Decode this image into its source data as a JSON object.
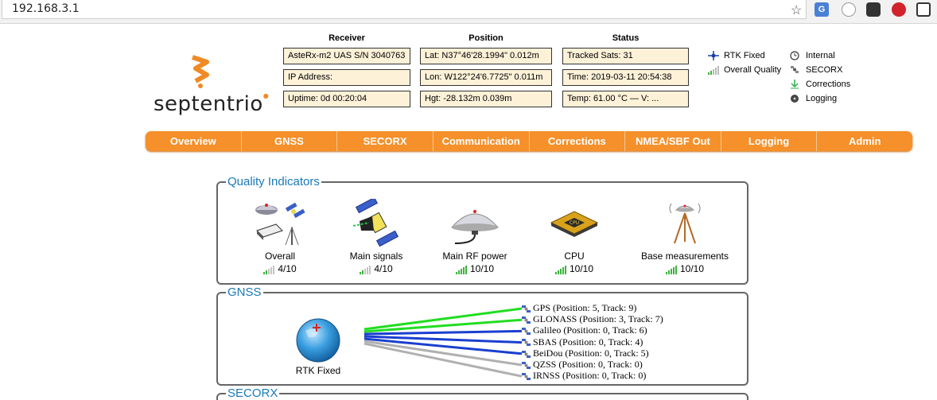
{
  "browser": {
    "url": "192.168.3.1"
  },
  "logo": {
    "text": "septentrio"
  },
  "receiver": {
    "heading": "Receiver",
    "lines": [
      "AsteRx-m2 UAS S/N 3040763",
      "IP Address:",
      "Uptime: 0d 00:20:04"
    ]
  },
  "position": {
    "heading": "Position",
    "lines": [
      "Lat:  N37°46'28.1994\"  0.012m",
      "Lon: W122°24'6.7725\"  0.011m",
      "Hgt:  -28.132m               0.039m"
    ]
  },
  "status": {
    "heading": "Status",
    "lines": [
      "Tracked Sats: 31",
      "Time: 2019-03-11 20:54:38",
      "Temp: 61.00 °C — V: ..."
    ]
  },
  "legend": {
    "left": [
      "RTK Fixed",
      "Overall Quality"
    ],
    "right": [
      "Internal",
      "SECORX",
      "Corrections",
      "Logging"
    ]
  },
  "nav": [
    "Overview",
    "GNSS",
    "SECORX",
    "Communication",
    "Corrections",
    "NMEA/SBF Out",
    "Logging",
    "Admin"
  ],
  "quality": {
    "title": "Quality Indicators",
    "items": [
      {
        "label": "Overall",
        "value": "4/10",
        "level": 4
      },
      {
        "label": "Main signals",
        "value": "4/10",
        "level": 4
      },
      {
        "label": "Main RF power",
        "value": "10/10",
        "level": 10
      },
      {
        "label": "CPU",
        "value": "10/10",
        "level": 10
      },
      {
        "label": "Base measurements",
        "value": "10/10",
        "level": 10
      }
    ]
  },
  "gnss": {
    "title": "GNSS",
    "status_label": "RTK Fixed",
    "constellations": [
      {
        "text": "GPS (Position: 5, Track: 9)",
        "color": "#22dd22"
      },
      {
        "text": "GLONASS (Position: 3, Track: 7)",
        "color": "#22dd22"
      },
      {
        "text": "Galileo (Position: 0, Track: 6)",
        "color": "#1a3fd0"
      },
      {
        "text": "SBAS (Position: 0, Track: 4)",
        "color": "#1a3fd0"
      },
      {
        "text": "BeiDou (Position: 0, Track: 5)",
        "color": "#1a3fd0"
      },
      {
        "text": "QZSS (Position: 0, Track: 0)",
        "color": "#b0b0b0"
      },
      {
        "text": "IRNSS (Position: 0, Track: 0)",
        "color": "#b0b0b0"
      }
    ]
  },
  "secorx": {
    "title": "SECORX"
  },
  "colors": {
    "accent": "#f5902a",
    "title_blue": "#1a79b8",
    "box_bg": "#fdf1d8"
  }
}
